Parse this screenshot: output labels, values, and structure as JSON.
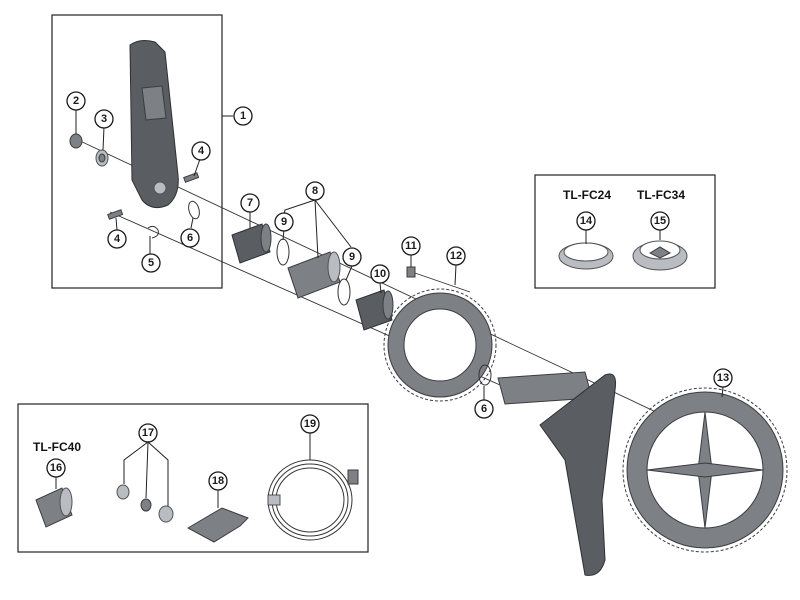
{
  "diagram": {
    "callouts": {
      "c1": "1",
      "c2": "2",
      "c3": "3",
      "c4a": "4",
      "c4b": "4",
      "c5": "5",
      "c6a": "6",
      "c6b": "6",
      "c7": "7",
      "c8": "8",
      "c9a": "9",
      "c9b": "9",
      "c10": "10",
      "c11": "11",
      "c12": "12",
      "c13": "13",
      "c14": "14",
      "c15": "15",
      "c16": "16",
      "c17": "17",
      "c18": "18",
      "c19": "19"
    },
    "tools": {
      "fc24": "TL-FC24",
      "fc34": "TL-FC34",
      "fc40": "TL-FC40"
    },
    "colors": {
      "part_dark": "#5a5d61",
      "part_mid": "#7d8085",
      "part_light": "#b9bcc0",
      "line": "#222222"
    }
  }
}
